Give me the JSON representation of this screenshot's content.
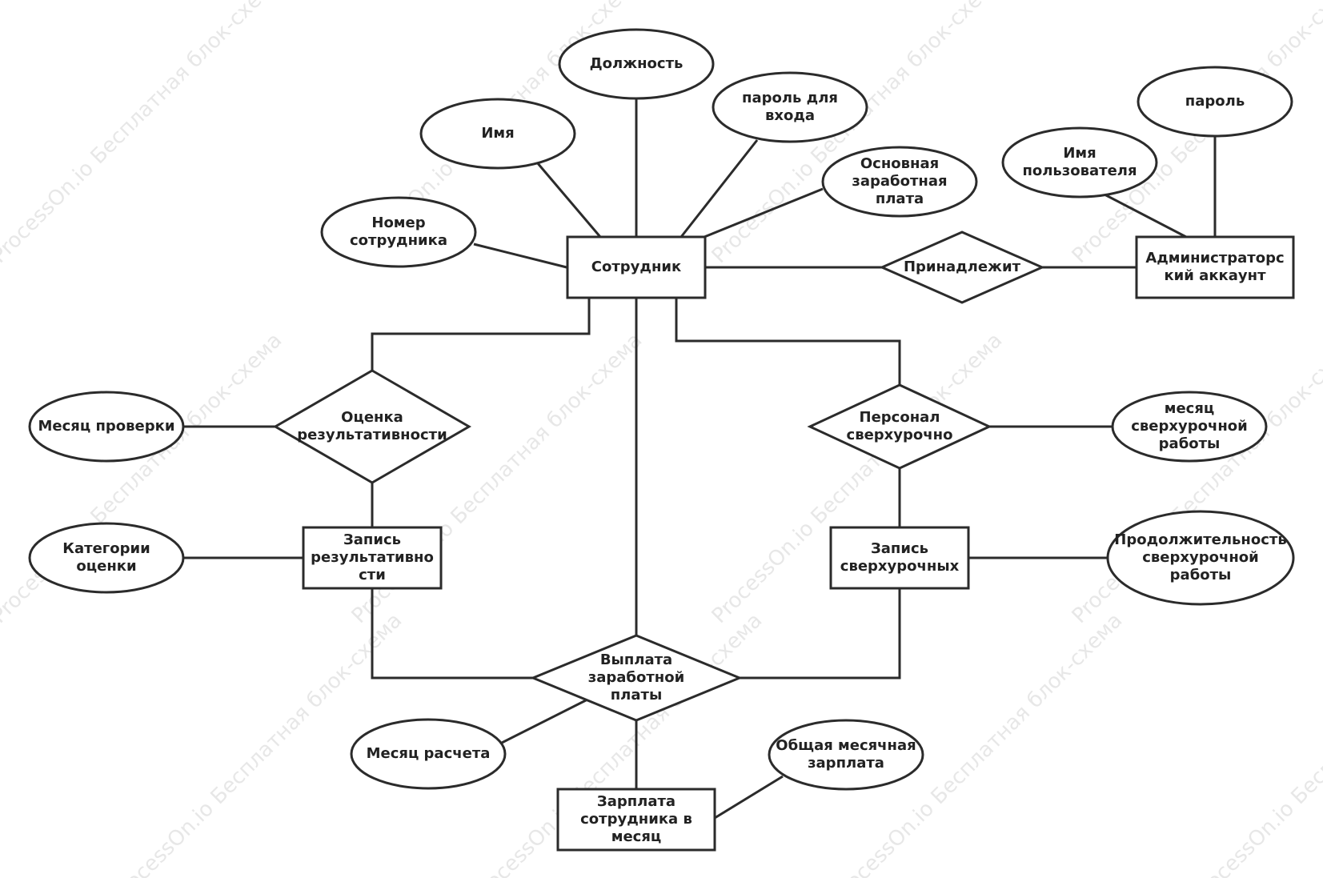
{
  "colors": {
    "stroke": "#2b2b2b",
    "fill": "#ffffff",
    "text": "#222222",
    "watermark": "#d4d4d4"
  },
  "watermark": "ProcessOn.io Бесплатная блок-схема",
  "nodes": {
    "employee": {
      "lines": [
        "Сотрудник"
      ]
    },
    "admin_account": {
      "lines": [
        "Администраторс",
        "кий аккаунт"
      ]
    },
    "perf_record": {
      "lines": [
        "Запись",
        "результативно",
        "сти"
      ]
    },
    "overtime_record": {
      "lines": [
        "Запись",
        "сверхурочных"
      ]
    },
    "monthly_salary": {
      "lines": [
        "Зарплата",
        "сотрудника в",
        "месяц"
      ]
    },
    "belongs": {
      "lines": [
        "Принадлежит"
      ]
    },
    "perf_eval": {
      "lines": [
        "Оценка",
        "результативности"
      ]
    },
    "staff_overtime": {
      "lines": [
        "Персонал",
        "сверхурочно"
      ]
    },
    "salary_payment": {
      "lines": [
        "Выплата",
        "заработной",
        "платы"
      ]
    },
    "position": {
      "lines": [
        "Должность"
      ]
    },
    "name": {
      "lines": [
        "Имя"
      ]
    },
    "login_password": {
      "lines": [
        "пароль для",
        "входа"
      ]
    },
    "base_salary": {
      "lines": [
        "Основная",
        "заработная",
        "плата"
      ]
    },
    "employee_number": {
      "lines": [
        "Номер",
        "сотрудника"
      ]
    },
    "admin_password": {
      "lines": [
        "пароль"
      ]
    },
    "username": {
      "lines": [
        "Имя",
        "пользователя"
      ]
    },
    "review_month": {
      "lines": [
        "Месяц проверки"
      ]
    },
    "eval_categories": {
      "lines": [
        "Категории",
        "оценки"
      ]
    },
    "overtime_month": {
      "lines": [
        "месяц",
        "сверхурочной",
        "работы"
      ]
    },
    "overtime_duration": {
      "lines": [
        "Продолжительность",
        "сверхурочной",
        "работы"
      ]
    },
    "calc_month": {
      "lines": [
        "Месяц расчета"
      ]
    },
    "total_monthly_salary": {
      "lines": [
        "Общая месячная",
        "зарплата"
      ]
    }
  }
}
